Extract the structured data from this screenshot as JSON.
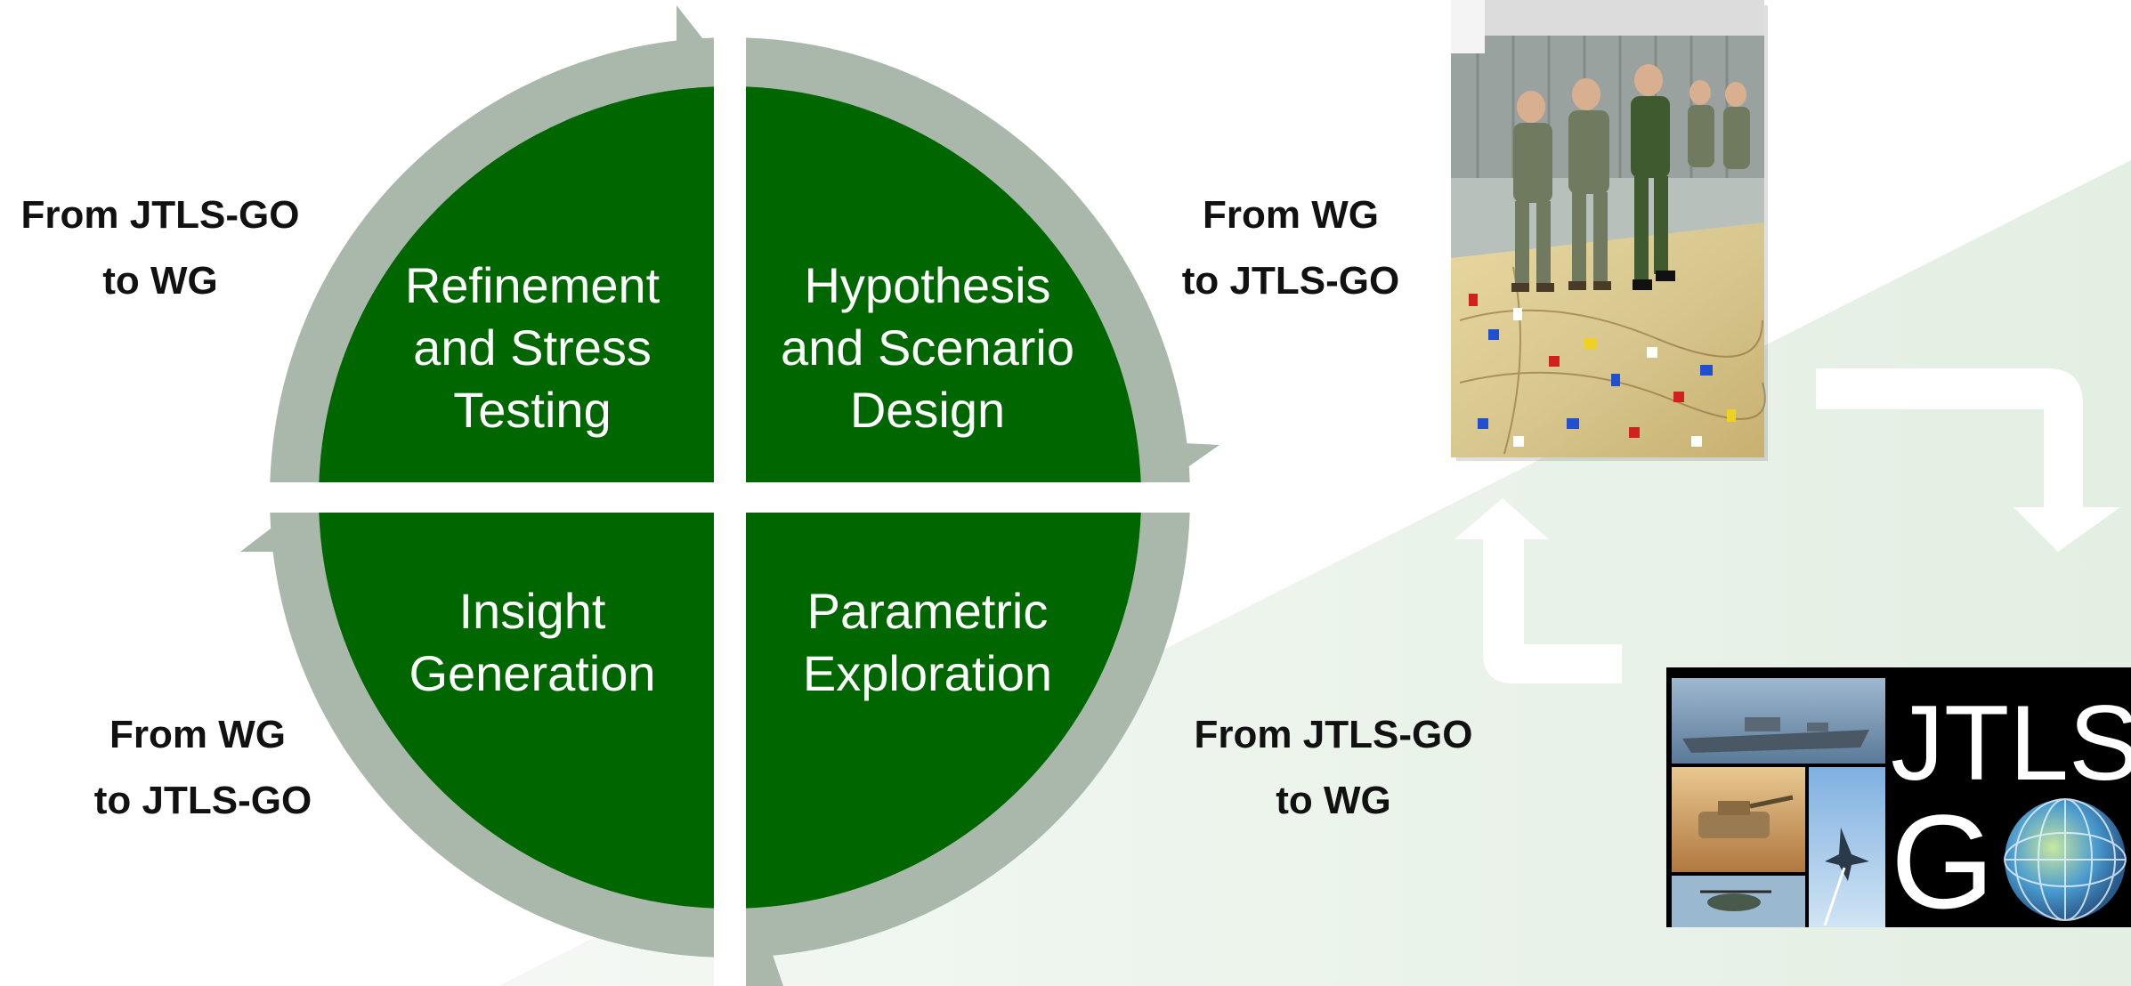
{
  "colors": {
    "quadrant_fill": "#006600",
    "arrow_ring": "#a9b8aa",
    "background": "#ffffff",
    "wedge": "#eef4ee",
    "connector_arrow": "#ffffff",
    "logo_bg": "#000000"
  },
  "quadrants": {
    "top_left": [
      "Refinement",
      "and Stress",
      "Testing"
    ],
    "top_right": [
      "Hypothesis",
      "and Scenario",
      "Design"
    ],
    "bottom_left": [
      "Insight",
      "Generation"
    ],
    "bottom_right": [
      "Parametric",
      "Exploration"
    ]
  },
  "side_labels": {
    "top_left": [
      "From JTLS-GO",
      "to WG"
    ],
    "top_right": [
      "From WG",
      "to JTLS-GO"
    ],
    "bottom_left": [
      "From WG",
      "to JTLS-GO"
    ],
    "bottom_right": [
      "From JTLS-GO",
      "to WG"
    ]
  },
  "images": {
    "wargame_photo": "photo-wargame-map-exercise",
    "jtls_logo": {
      "line1": "JTLS",
      "line2": "G",
      "globe": "globe-icon"
    }
  }
}
